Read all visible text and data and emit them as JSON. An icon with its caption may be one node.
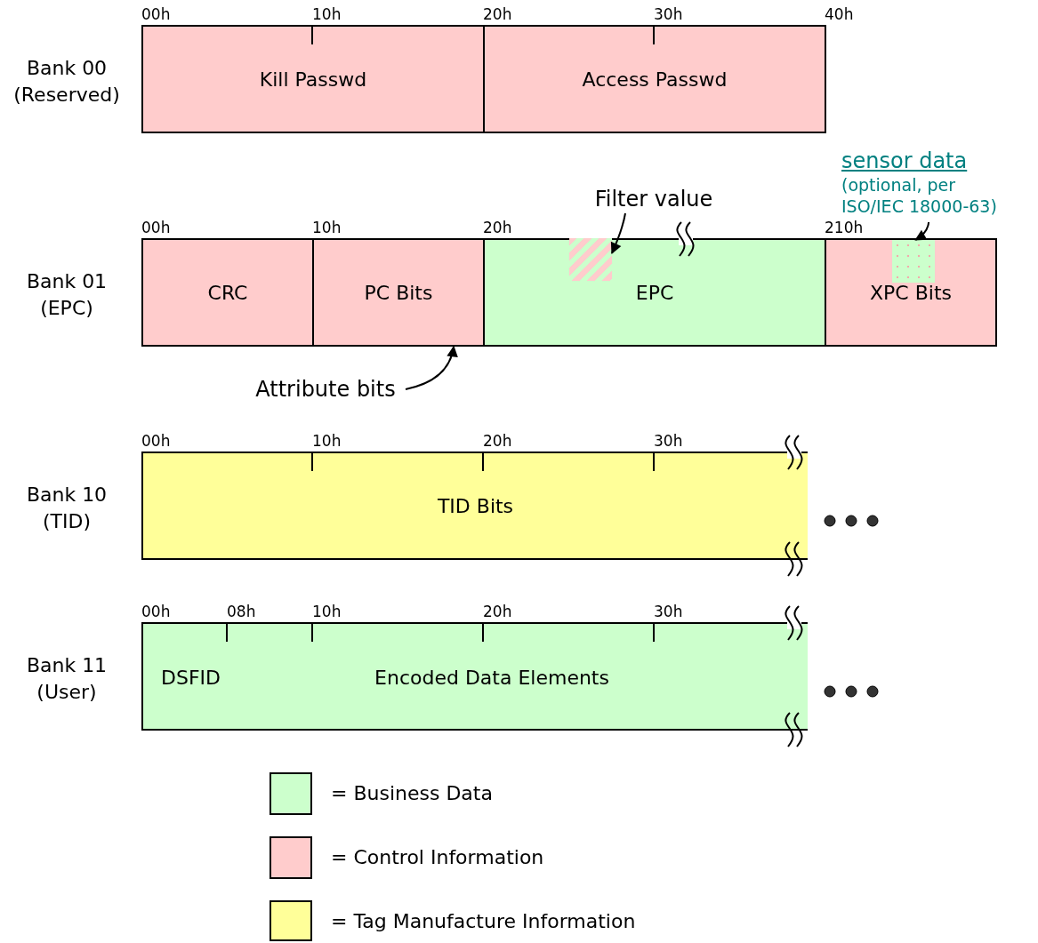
{
  "diagram": {
    "nodes": [
      {
        "text": [
          "Kill Passwd"
        ]
      },
      {
        "text": [
          "Access Passwd"
        ]
      },
      {
        "text": [
          "CRC"
        ]
      },
      {
        "text": [
          "PC Bits"
        ]
      },
      {
        "text": [
          "EPC"
        ]
      },
      {
        "text": [
          "XPC Bits"
        ]
      },
      {
        "text": [
          "TID Bits"
        ]
      },
      {
        "text": [
          "DSFID",
          "Encoded Data Elements"
        ]
      },
      {
        "text": [
          "Filter value"
        ]
      },
      {
        "text": [],
        "shape": "box",
        "in": 4
      },
      {
        "text": [
          "sensor data",
          "(optional, per ISO/IEC 18000-63)"
        ]
      },
      {
        "text": [],
        "shape": "box",
        "in": 5
      },
      {
        "text": [
          "Attribute bits"
        ]
      }
    ],
    "edges": [
      {
        "from": 8,
        "to": 9,
        "arrow": "to"
      },
      {
        "from": 10,
        "to": 11,
        "arrow": "to"
      },
      {
        "from": 12,
        "to": 3,
        "arrow": "to"
      }
    ],
    "labels": [
      "00h",
      "10h",
      "20h",
      "30h",
      "40h",
      "Bank 00 (Reserved)",
      "00h",
      "10h",
      "20h",
      "210h",
      "Bank 01 (EPC)",
      "00h",
      "10h",
      "20h",
      "30h",
      "Bank 10 (TID)",
      "00h",
      "08h",
      "10h",
      "20h",
      "30h",
      "Bank 11 (User)"
    ],
    "legend": [
      {
        "text": "= Business Data",
        "color": "#ccffcc"
      },
      {
        "text": "= Control Information",
        "color": "#ffcccc"
      },
      {
        "text": "= Tag Manufacture Information",
        "color": "#ffff99"
      }
    ]
  }
}
